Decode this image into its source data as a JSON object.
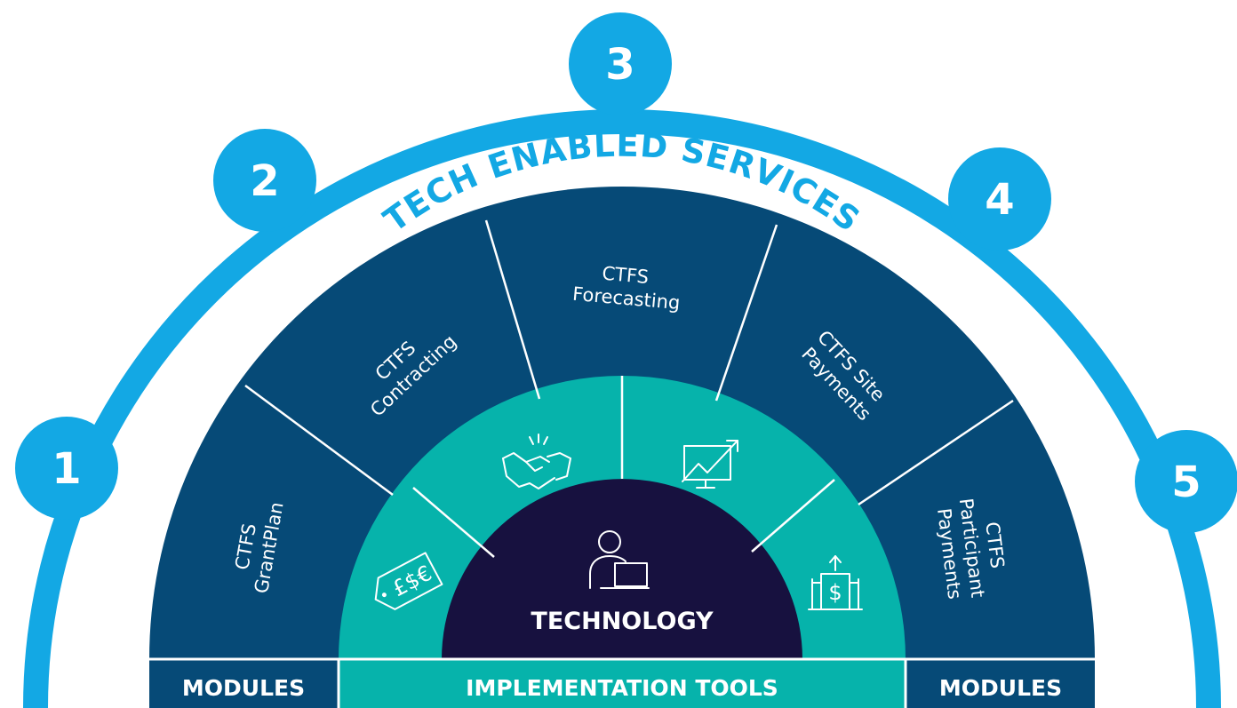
{
  "colors": {
    "arc": "#13a8e4",
    "modules": "#064a77",
    "tools": "#06b3ab",
    "core": "#17113f",
    "divider": "#ffffff"
  },
  "arc": {
    "title": "TECH ENABLED SERVICES",
    "steps": [
      "1",
      "2",
      "3",
      "4",
      "5"
    ]
  },
  "modules": [
    {
      "lines": [
        "CTFS",
        "GrantPlan"
      ]
    },
    {
      "lines": [
        "CTFS",
        "Contracting"
      ]
    },
    {
      "lines": [
        "CTFS",
        "Forecasting"
      ]
    },
    {
      "lines": [
        "CTFS Site",
        "Payments"
      ]
    },
    {
      "lines": [
        "CTFS",
        "Participant",
        "Payments"
      ]
    }
  ],
  "tools": [
    {
      "icon": "currency-tag-icon"
    },
    {
      "icon": "handshake-icon"
    },
    {
      "icon": "growth-chart-monitor-icon"
    },
    {
      "icon": "bank-dollar-icon"
    }
  ],
  "core": {
    "label": "TECHNOLOGY",
    "icon": "user-laptop-icon"
  },
  "bottom_bar": {
    "left": "MODULES",
    "center": "IMPLEMENTATION TOOLS",
    "right": "MODULES"
  }
}
